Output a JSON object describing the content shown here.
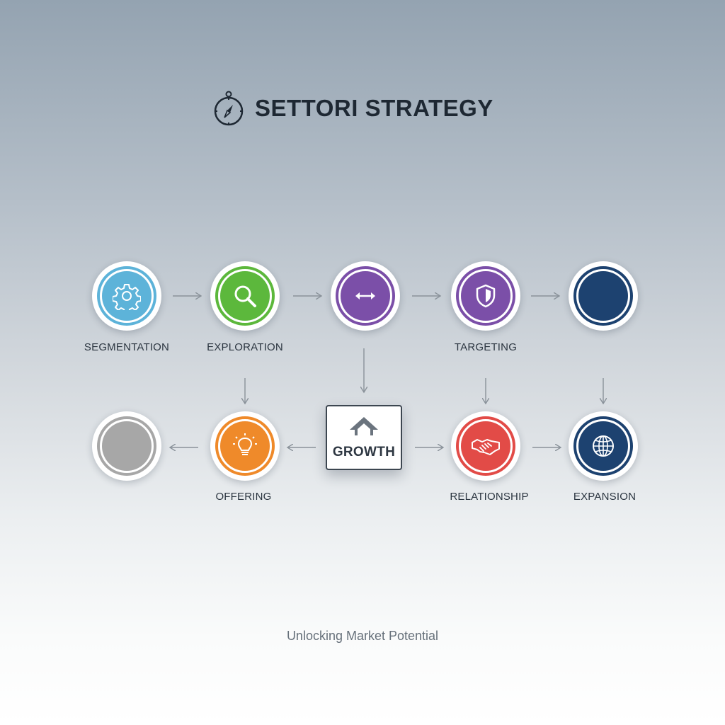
{
  "header": {
    "title": "SETTORI STRATEGY",
    "icon": "compass-icon"
  },
  "nodes": {
    "segmentation": {
      "label": "SEGMENTATION",
      "icon": "gear-icon",
      "color": "#5db3d9"
    },
    "exploration": {
      "label": "EXPLORATION",
      "icon": "magnifier-icon",
      "color": "#5cb83c"
    },
    "arrows": {
      "label": "",
      "icon": "double-arrow-icon",
      "color": "#7b4fa8"
    },
    "targeting": {
      "label": "TARGETING",
      "icon": "shield-icon",
      "color": "#7b4fa8"
    },
    "blank_navy": {
      "label": "",
      "icon": "",
      "color": "#1d4270"
    },
    "blank_grey": {
      "label": "",
      "icon": "",
      "color": "#a7a7a7"
    },
    "offering": {
      "label": "OFFERING",
      "icon": "lightbulb-icon",
      "color": "#ef8a2a"
    },
    "relationship": {
      "label": "RELATIONSHIP",
      "icon": "handshake-icon",
      "color": "#e24b47"
    },
    "expansion": {
      "label": "EXPANSION",
      "icon": "globe-icon",
      "color": "#1d4270"
    }
  },
  "growth": {
    "label": "GROWTH",
    "icon": "house-arrow-icon"
  },
  "footer": {
    "tagline": "Unlocking Market Potential"
  }
}
